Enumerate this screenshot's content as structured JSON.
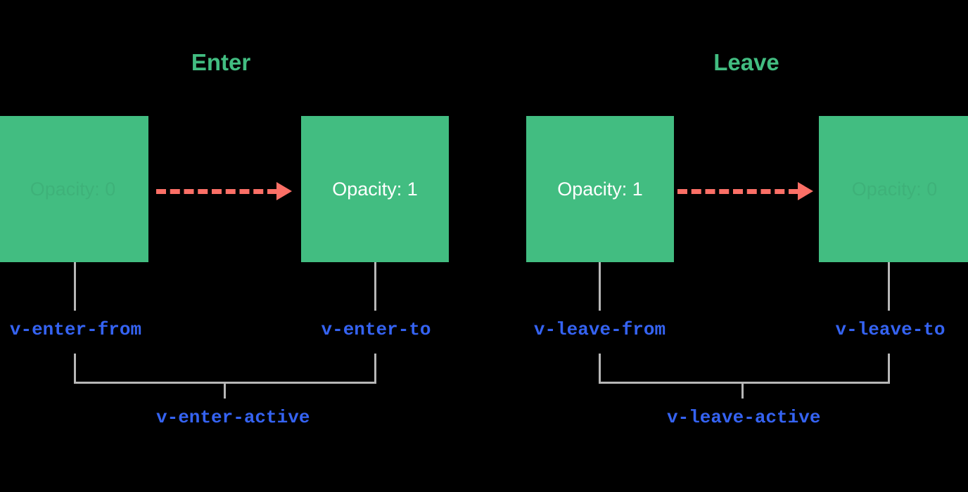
{
  "diagram": {
    "title_enter": "Enter",
    "title_leave": "Leave",
    "background_color": "#000000",
    "box_color": "#42bd81",
    "arrow_color": "#fb6f66",
    "label_color": "#3563f2",
    "connector_color": "#b7b7b7",
    "title_color": "#42bd81"
  },
  "sections": [
    {
      "name": "enter",
      "title": "Enter",
      "from_state": "Opacity: 0",
      "to_state": "Opacity: 1",
      "from_class": "v-enter-from",
      "to_class": "v-enter-to",
      "active_class": "v-enter-active"
    },
    {
      "name": "leave",
      "title": "Leave",
      "from_state": "Opacity: 1",
      "to_state": "Opacity: 0",
      "from_class": "v-leave-from",
      "to_class": "v-leave-to",
      "active_class": "v-leave-active"
    }
  ]
}
